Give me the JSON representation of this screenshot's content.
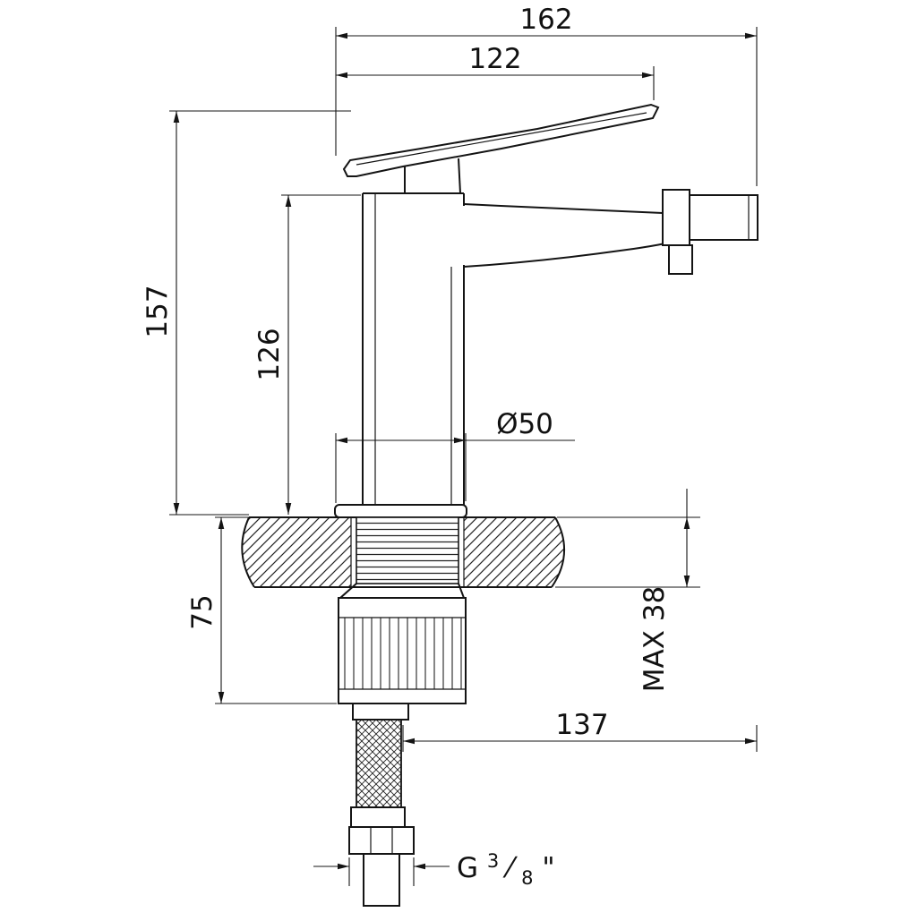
{
  "meta": {
    "background_color": "#ffffff",
    "line_color": "#141414"
  },
  "dims": {
    "overall_width": "162",
    "spout_reach": "122",
    "overall_height": "157",
    "body_height": "126",
    "base_diameter": "Ø50",
    "under_counter_height": "75",
    "max_deck_thickness": "MAX 38",
    "hose_offset": "137",
    "thread": {
      "prefix": "G",
      "numerator": "3",
      "slash": "⁄",
      "denominator": "8",
      "suffix": "\""
    }
  }
}
